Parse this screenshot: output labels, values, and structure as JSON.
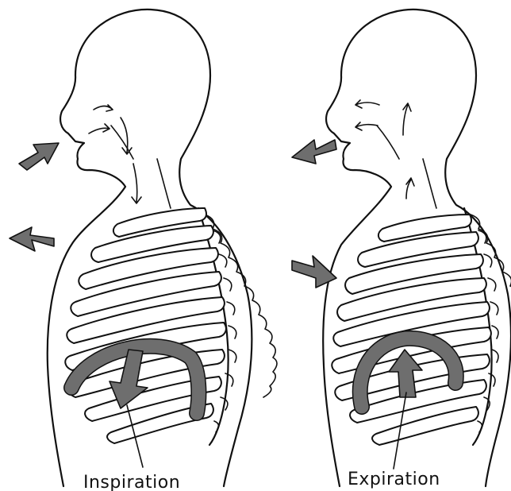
{
  "panels": [
    {
      "id": "inspiration",
      "label": "Inspiration",
      "color_arrow": "#6e6e6e"
    },
    {
      "id": "expiration",
      "label": "Expiration",
      "color_arrow": "#6e6e6e"
    }
  ]
}
